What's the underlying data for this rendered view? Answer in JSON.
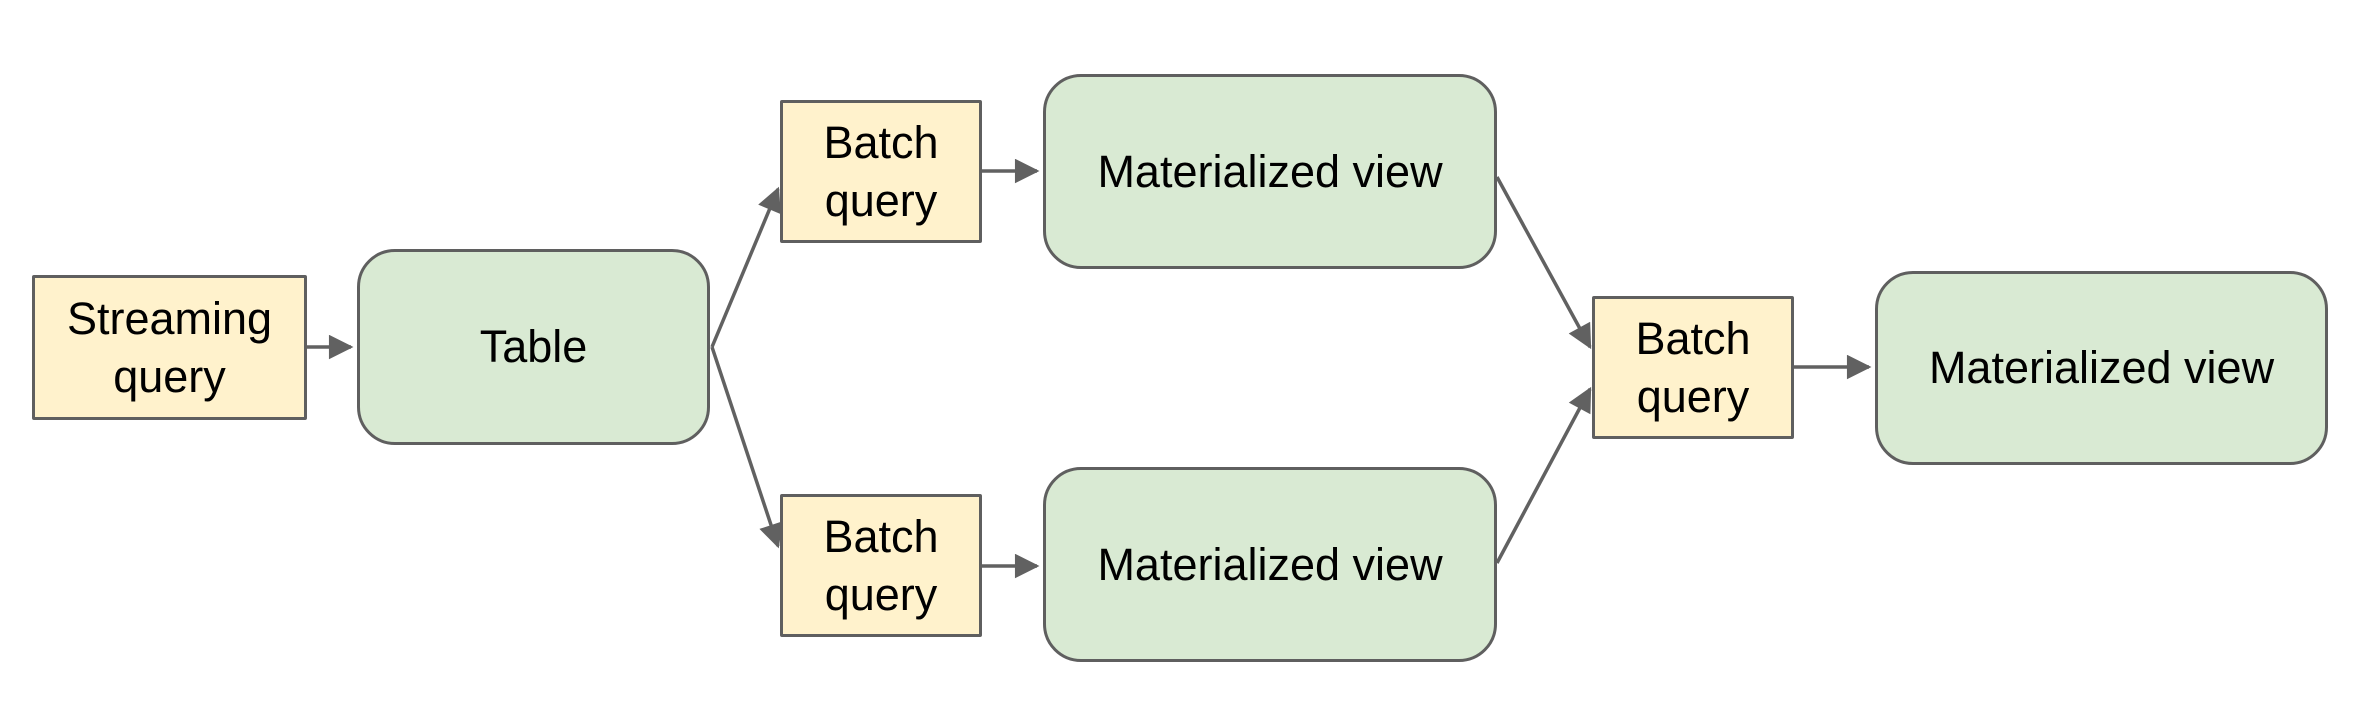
{
  "diagram": {
    "type": "flowchart",
    "background": "#ffffff",
    "colors": {
      "query_box_fill": "#fff2cc",
      "entity_box_fill": "#d9ead3",
      "box_border": "#5f5f5f",
      "arrow": "#616161",
      "text": "#000000"
    },
    "nodes": [
      {
        "id": "streaming-query",
        "label": "Streaming query",
        "shape": "rectangle",
        "fill": "#fff2cc"
      },
      {
        "id": "table",
        "label": "Table",
        "shape": "rounded-rectangle",
        "fill": "#d9ead3"
      },
      {
        "id": "batch-query-top",
        "label": "Batch query",
        "shape": "rectangle",
        "fill": "#fff2cc"
      },
      {
        "id": "materialized-view-top",
        "label": "Materialized view",
        "shape": "rounded-rectangle",
        "fill": "#d9ead3"
      },
      {
        "id": "batch-query-bottom",
        "label": "Batch query",
        "shape": "rectangle",
        "fill": "#fff2cc"
      },
      {
        "id": "materialized-view-bottom",
        "label": "Materialized view",
        "shape": "rounded-rectangle",
        "fill": "#d9ead3"
      },
      {
        "id": "batch-query-merge",
        "label": "Batch query",
        "shape": "rectangle",
        "fill": "#fff2cc"
      },
      {
        "id": "materialized-view-final",
        "label": "Materialized view",
        "shape": "rounded-rectangle",
        "fill": "#d9ead3"
      }
    ],
    "edges": [
      {
        "from": "streaming-query",
        "to": "table"
      },
      {
        "from": "table",
        "to": "batch-query-top"
      },
      {
        "from": "table",
        "to": "batch-query-bottom"
      },
      {
        "from": "batch-query-top",
        "to": "materialized-view-top"
      },
      {
        "from": "batch-query-bottom",
        "to": "materialized-view-bottom"
      },
      {
        "from": "materialized-view-top",
        "to": "batch-query-merge"
      },
      {
        "from": "materialized-view-bottom",
        "to": "batch-query-merge"
      },
      {
        "from": "batch-query-merge",
        "to": "materialized-view-final"
      }
    ]
  }
}
